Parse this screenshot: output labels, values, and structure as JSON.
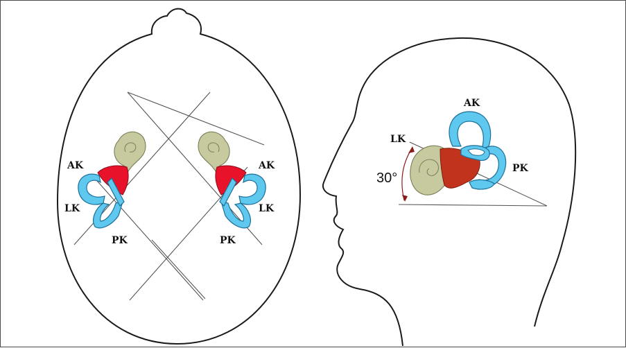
{
  "figure": {
    "top_view": {
      "left_ear": {
        "anterior_label": "AK",
        "lateral_label": "LK",
        "posterior_label": "PK"
      },
      "right_ear": {
        "anterior_label": "AK",
        "lateral_label": "LK",
        "posterior_label": "PK"
      }
    },
    "side_view": {
      "anterior_label": "AK",
      "lateral_label": "LK",
      "posterior_label": "PK",
      "angle_label": "30°"
    }
  },
  "colors": {
    "semicircular_canals": "#5ec8ef",
    "cochlea": "#c7c99e",
    "vestibule_top_view": "#e8132b",
    "vestibule_side_view": "#c1331c",
    "outline": "#1a1a1a"
  }
}
